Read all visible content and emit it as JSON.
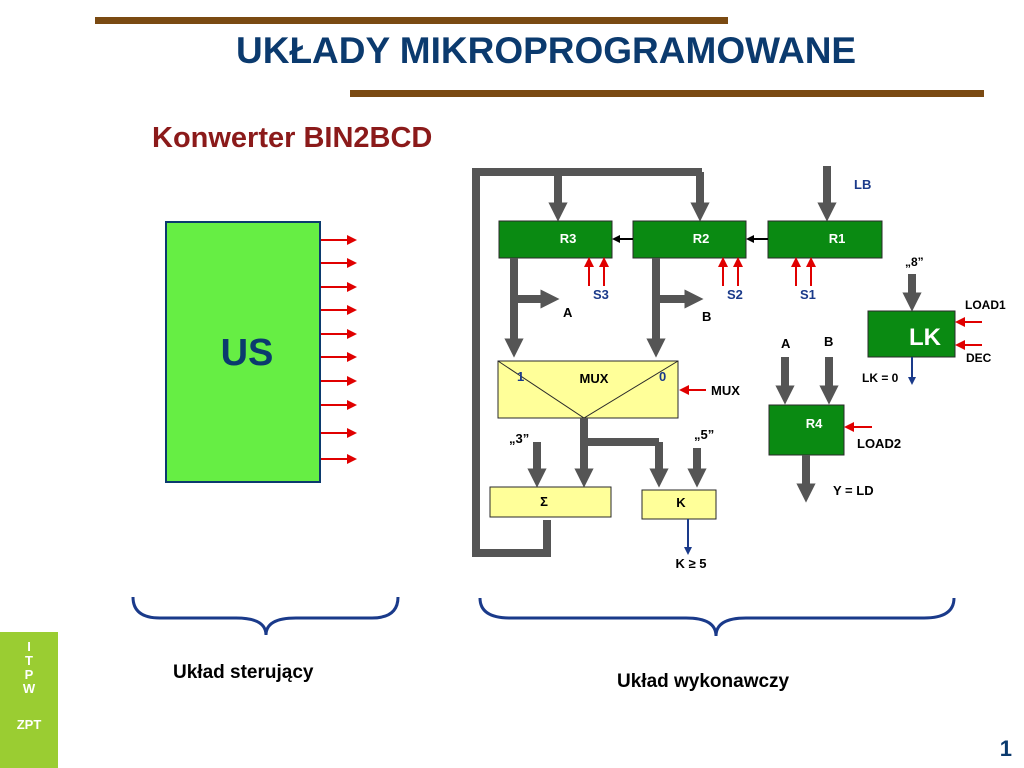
{
  "title": "UKŁADY MIKROPROGRAMOWANE",
  "subtitle": "Konwerter BIN2BCD",
  "sidebar": {
    "letters": [
      "I",
      "T",
      "P",
      "W"
    ],
    "footer": "ZPT"
  },
  "page_number": "1",
  "diagram": {
    "us_label": "US",
    "registers": {
      "r1": "R1",
      "r2": "R2",
      "r3": "R3",
      "r4": "R4"
    },
    "signals": {
      "s1": "S1",
      "s2": "S2",
      "s3": "S3",
      "lb": "LB",
      "mux": "MUX",
      "load1": "LOAD1",
      "load2": "LOAD2",
      "dec": "DEC"
    },
    "lk_label": "LK",
    "lk_const": "„8”",
    "lk_zero": "LK = 0",
    "mux_label": "MUX",
    "mux_in1": "1",
    "mux_in0": "0",
    "out_a": "A",
    "out_b": "B",
    "r4_in_a": "A",
    "r4_in_b": "B",
    "const3": "„3”",
    "const5": "„5”",
    "sigma": "Σ",
    "k_label": "K",
    "k_cond": "K ≥ 5",
    "y_ld": "Y = LD"
  },
  "captions": {
    "control": "Układ sterujący",
    "execution": "Układ wykonawczy"
  },
  "colors": {
    "bar": "#7a4a12",
    "title": "#0b3a6e",
    "subtitle": "#8b1a1a",
    "us_fill": "#66ee44",
    "register": "#0a8a12",
    "mux": "#ffff99",
    "arrow": "#555555",
    "signal_arrow": "#e00000"
  }
}
